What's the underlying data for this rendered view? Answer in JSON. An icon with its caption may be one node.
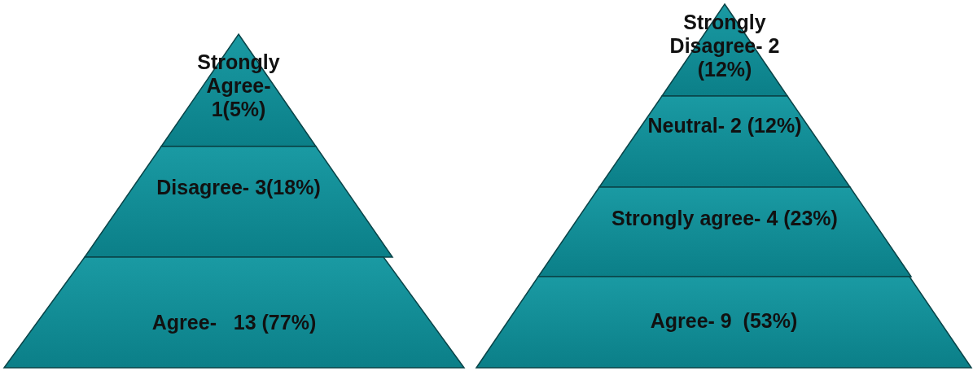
{
  "diagram": {
    "nodes": [
      {
        "text": [
          "Strongly Agree- 1(5%)"
        ]
      },
      {
        "text": [
          "Disagree- 3(18%)"
        ]
      },
      {
        "text": [
          "Agree-   13 (77%)"
        ]
      },
      {
        "text": [
          "Strongly Disagree- 2 (12%)"
        ]
      },
      {
        "text": [
          "Neutral- 2 (12%)"
        ]
      },
      {
        "text": [
          "Strongly agree- 4 (23%)"
        ]
      },
      {
        "text": [
          "Agree- 9  (53%)"
        ]
      }
    ]
  }
}
